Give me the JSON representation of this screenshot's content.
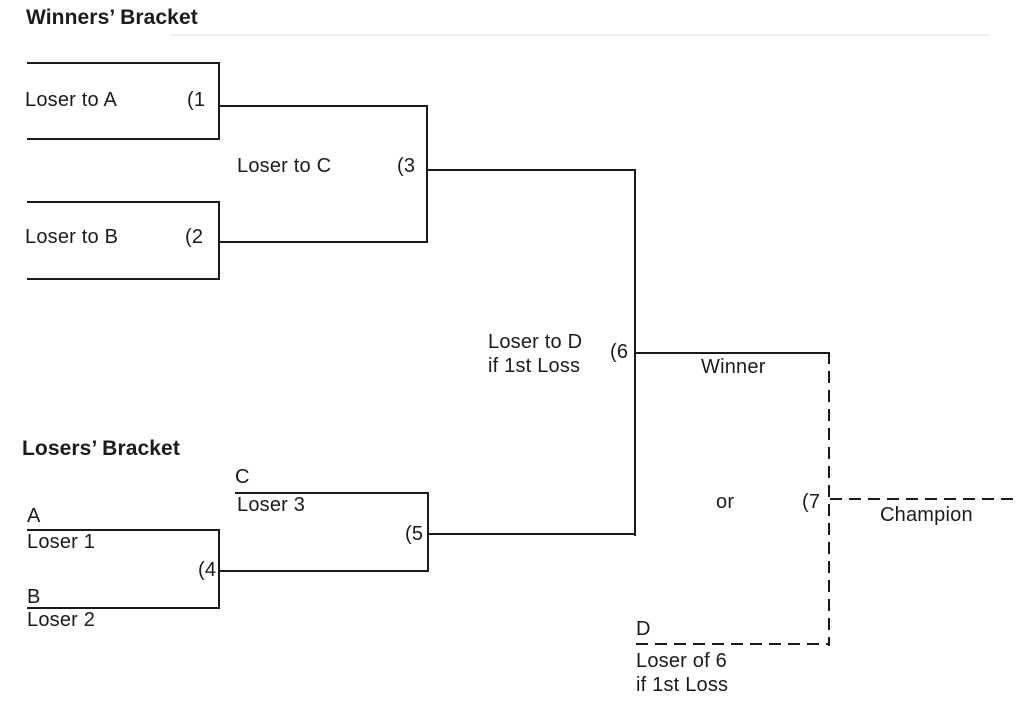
{
  "winners_bracket": {
    "title": "Winners’ Bracket",
    "match1": {
      "label": "Loser to A",
      "number": "(1"
    },
    "match2": {
      "label": "Loser to B",
      "number": "(2"
    },
    "match3": {
      "label": "Loser to C",
      "number": "(3"
    },
    "match6": {
      "label_line1": "Loser to D",
      "label_line2": "if 1st Loss",
      "number": "(6"
    },
    "winner_label": "Winner"
  },
  "losers_bracket": {
    "title": "Losers’ Bracket",
    "slot_c": {
      "seed": "C",
      "name": "Loser 3"
    },
    "slot_a": {
      "seed": "A",
      "name": "Loser 1"
    },
    "slot_b": {
      "seed": "B",
      "name": "Loser 2"
    },
    "match4": {
      "number": "(4"
    },
    "match5": {
      "number": "(5"
    }
  },
  "final": {
    "or_label": "or",
    "match7": {
      "number": "(7"
    },
    "champion_label": "Champion",
    "slot_d": {
      "seed": "D",
      "note_line1": "Loser of 6",
      "note_line2": "if 1st Loss"
    }
  },
  "colors": {
    "line": "#1b1b1b",
    "text": "#1b1b1b",
    "background": "#ffffff"
  }
}
